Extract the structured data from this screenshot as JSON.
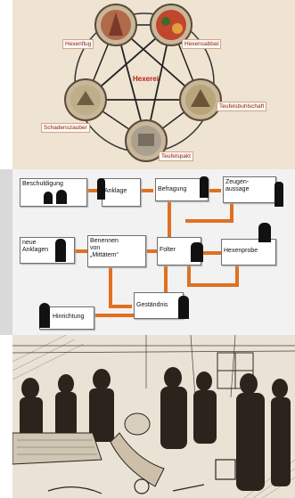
{
  "pentagram": {
    "center": "Hexerei",
    "nodes": [
      {
        "key": "hexenflug",
        "label": "Hexenflug"
      },
      {
        "key": "hexensabbat",
        "label": "Hexensabbat"
      },
      {
        "key": "teufelsbuhlschaft",
        "label": "Teufelsbuhlschaft"
      },
      {
        "key": "teufelspakt",
        "label": "Teufelspakt"
      },
      {
        "key": "schadenszauber",
        "label": "Schadenszauber"
      }
    ]
  },
  "flow": {
    "beschuldigung": "Beschuldigung",
    "anklage": "Anklage",
    "befragung": "Befragung",
    "zeugen1": "Zeugen-",
    "zeugen2": "aussage",
    "neue1": "neue",
    "neue2": "Anklagen",
    "benennen1": "Benennen",
    "benennen2": "von",
    "benennen3": "„Mittätern“",
    "folter": "Folter",
    "hexenprobe": "Hexenprobe",
    "hinrichtung": "Hinrichtung",
    "gestaendnis": "Geständnis"
  },
  "colors": {
    "arrow": "#e07020",
    "label_red": "#8a1c1c"
  }
}
